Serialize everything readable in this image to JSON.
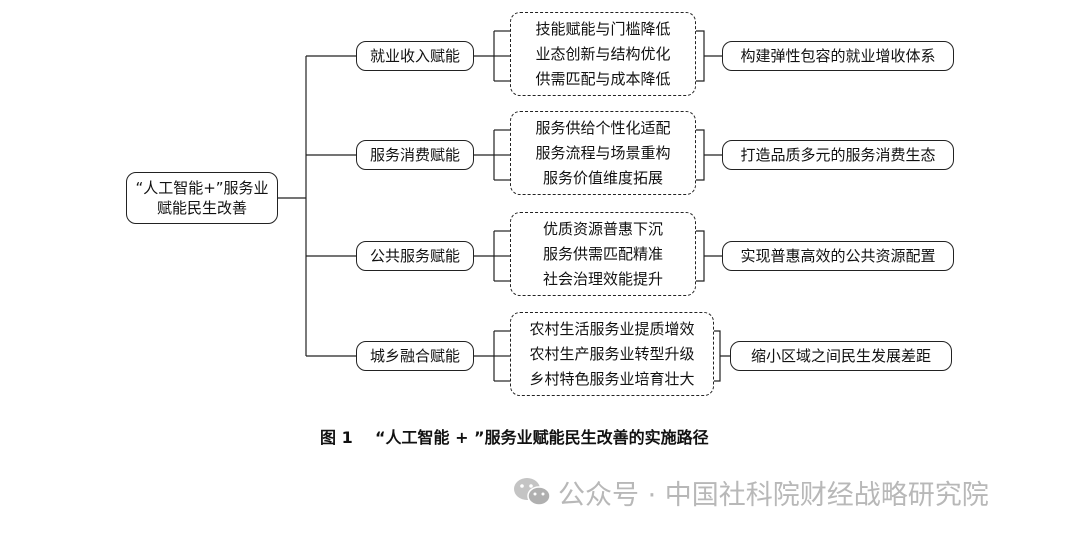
{
  "root": {
    "text": "“人工智能+”服务业赋能民生改善"
  },
  "branches": [
    {
      "label": "就业收入赋能",
      "items": [
        "技能赋能与门槛降低",
        "业态创新与结构优化",
        "供需匹配与成本降低"
      ],
      "outcome": "构建弹性包容的就业增收体系"
    },
    {
      "label": "服务消费赋能",
      "items": [
        "服务供给个性化适配",
        "服务流程与场景重构",
        "服务价值维度拓展"
      ],
      "outcome": "打造品质多元的服务消费生态"
    },
    {
      "label": "公共服务赋能",
      "items": [
        "优质资源普惠下沉",
        "服务供需匹配精准",
        "社会治理效能提升"
      ],
      "outcome": "实现普惠高效的公共资源配置"
    },
    {
      "label": "城乡融合赋能",
      "items": [
        "农村生活服务业提质增效",
        "农村生产服务业转型升级",
        "乡村特色服务业培育壮大"
      ],
      "outcome": "缩小区域之间民生发展差距"
    }
  ],
  "caption": "图 1    “人工智能 + ”服务业赋能民生改善的实施路径",
  "watermark": {
    "text": "公众号 · 中国社科院财经战略研究院",
    "icon": "wechat-icon"
  }
}
